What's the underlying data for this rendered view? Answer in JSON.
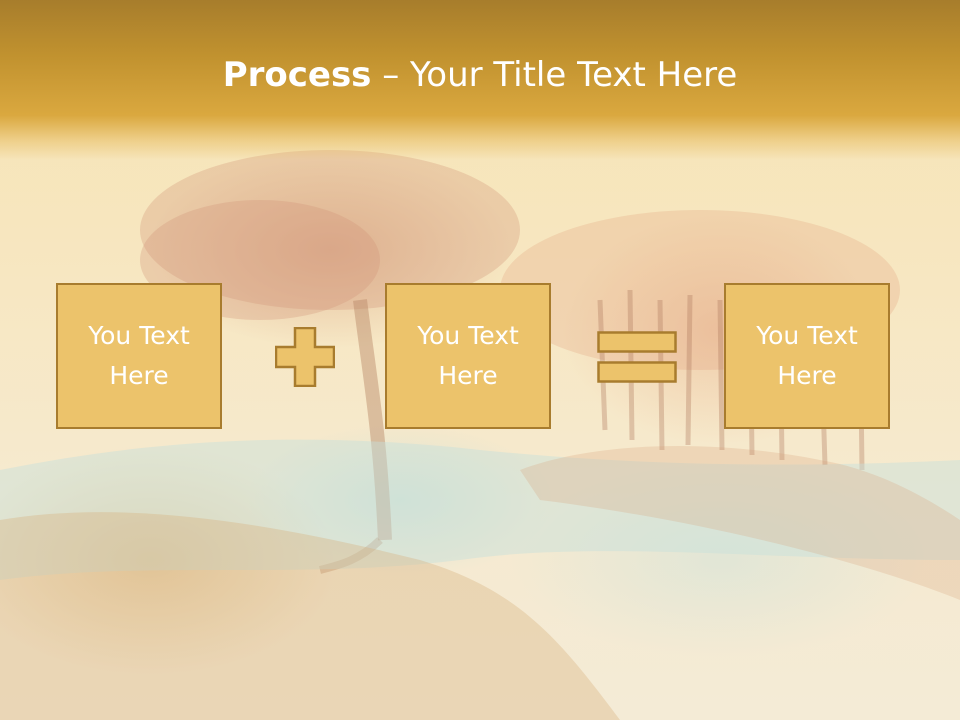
{
  "slide": {
    "title_bold": "Process",
    "title_rest": " – Your Title Text Here",
    "boxes": [
      {
        "text": "You Text Here"
      },
      {
        "text": "You Text Here"
      },
      {
        "text": "You Text Here"
      }
    ],
    "operators": [
      "plus-icon",
      "equals-icon"
    ],
    "colors": {
      "header": "#c1922f",
      "box_fill": "#ecc36b",
      "box_border": "#a87c2e",
      "text": "#ffffff"
    }
  }
}
